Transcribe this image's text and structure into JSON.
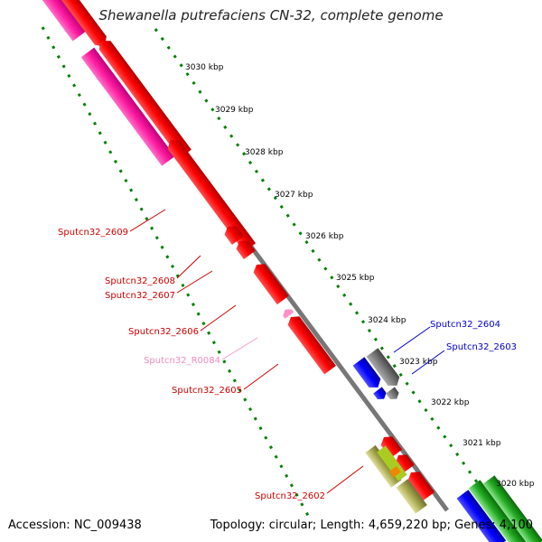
{
  "title": "Shewanella putrefaciens CN-32, complete genome",
  "footer": {
    "accession_label": "Accession:",
    "accession": "NC_009438",
    "topology_label": "Topology:",
    "topology": "circular",
    "length_label": "Length:",
    "length": "4,659,220 bp",
    "genes_label": "Genes:",
    "genes": "4,100"
  },
  "ticks": [
    "3030 kbp",
    "3029 kbp",
    "3028 kbp",
    "3027 kbp",
    "3026 kbp",
    "3025 kbp",
    "3024 kbp",
    "3023 kbp",
    "3022 kbp",
    "3021 kbp",
    "3020 kbp"
  ],
  "gene_labels": [
    {
      "text": "Sputcn32_2609",
      "color": "#cc0000"
    },
    {
      "text": "Sputcn32_2608",
      "color": "#cc0000"
    },
    {
      "text": "Sputcn32_2607",
      "color": "#cc0000"
    },
    {
      "text": "Sputcn32_2606",
      "color": "#cc0000"
    },
    {
      "text": "Sputcn32_R0084",
      "color": "#f08cc0"
    },
    {
      "text": "Sputcn32_2605",
      "color": "#cc0000"
    },
    {
      "text": "Sputcn32_2602",
      "color": "#cc0000"
    },
    {
      "text": "Sputcn32_2604",
      "color": "#0000cc"
    },
    {
      "text": "Sputcn32_2603",
      "color": "#0000cc"
    }
  ],
  "colors": {
    "gene_red": "#ff0000",
    "gene_magenta": "#ff2aa8",
    "gene_blue": "#0000ff",
    "gene_gray": "#808080",
    "gene_green": "#22aa22",
    "gene_olive": "#b0b060",
    "backbone": "#777777",
    "gc_dots": "#008000"
  }
}
